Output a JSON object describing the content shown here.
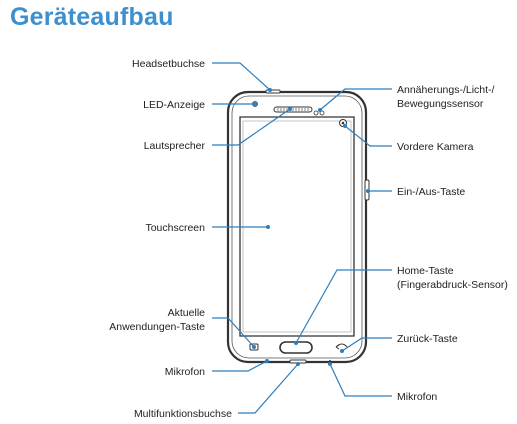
{
  "title": "Geräteaufbau",
  "colors": {
    "title": "#3d8fce",
    "leader": "#2d7fbf",
    "label": "#222222",
    "device_outline": "#333333"
  },
  "labels": {
    "headset_jack": "Headsetbuchse",
    "led": "LED-Anzeige",
    "speaker": "Lautsprecher",
    "touchscreen": "Touchscreen",
    "recent_apps": [
      "Aktuelle",
      "Anwendungen-Taste"
    ],
    "mic_left": "Mikrofon",
    "multipurpose_jack": "Multifunktionsbuchse",
    "sensor": [
      "Annäherungs-/Licht-/",
      "Bewegungssensor"
    ],
    "front_camera": "Vordere Kamera",
    "power_key": "Ein-/Aus-Taste",
    "home_key": [
      "Home-Taste",
      "(Fingerabdruck-Sensor)"
    ],
    "back_key": "Zurück-Taste",
    "mic_right": "Mikrofon"
  }
}
